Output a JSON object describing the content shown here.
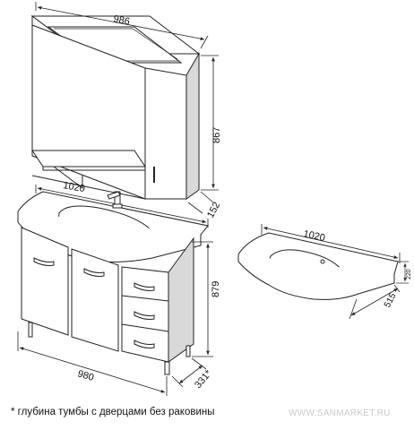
{
  "dimensions": {
    "mirror_cabinet_width": "986",
    "mirror_cabinet_height": "867",
    "mirror_cabinet_depth": "152",
    "washbasin_width": "1020",
    "vanity_width": "980",
    "vanity_height": "879",
    "vanity_depth": "331*",
    "separate_basin_width": "1020",
    "separate_basin_depth": "515",
    "separate_basin_height": "220"
  },
  "footnote": "* глубина тумбы с дверцами без раковины",
  "watermark": "WWW.SANMARKET.RU",
  "colors": {
    "line": "#222222",
    "shade": "#d9d9d9",
    "background": "#ffffff"
  }
}
